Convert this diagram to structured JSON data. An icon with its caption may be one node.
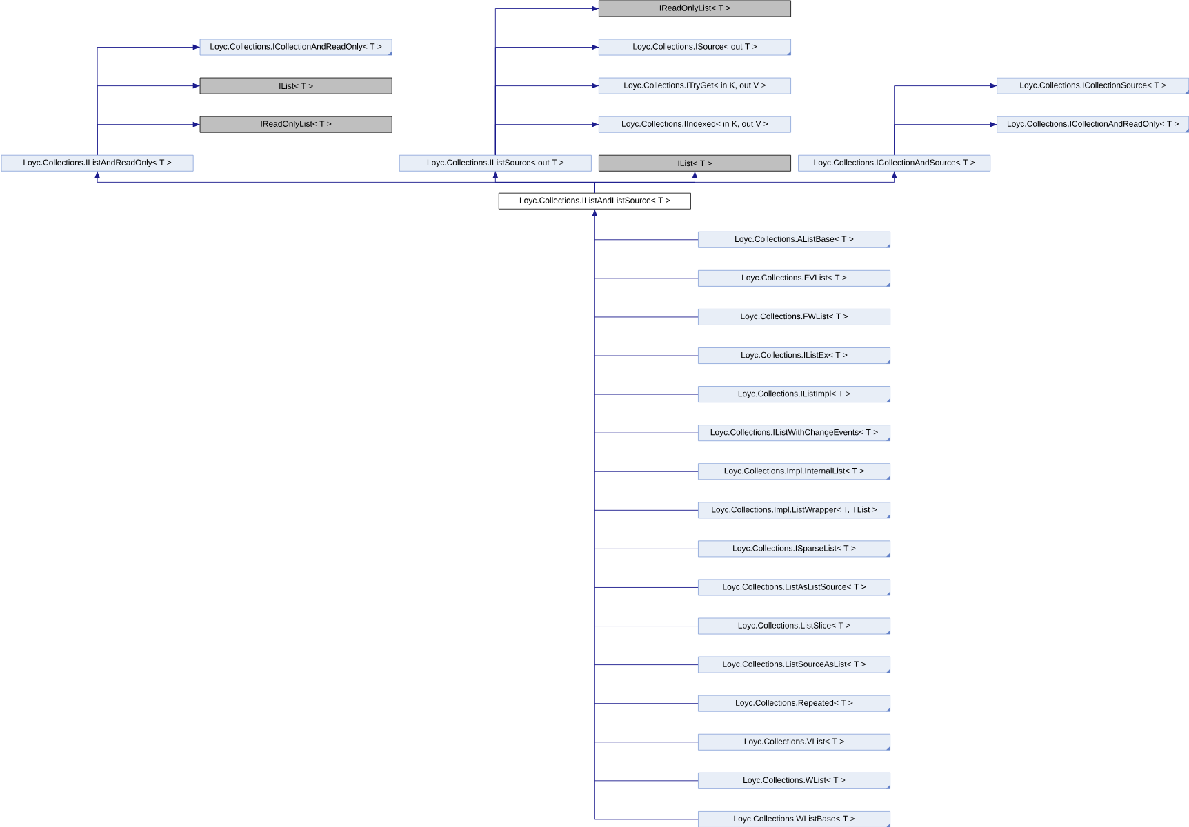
{
  "diagram": {
    "nodes": [
      {
        "text": [
          "IReadOnlyList< T >"
        ]
      },
      {
        "text": [
          "Loyc.Collections.ICollectionAndReadOnly< T >"
        ]
      },
      {
        "text": [
          "Loyc.Collections.ISource< out T >"
        ]
      },
      {
        "text": [
          "IList< T >"
        ]
      },
      {
        "text": [
          "Loyc.Collections.ITryGet< in K, out V >"
        ]
      },
      {
        "text": [
          "Loyc.Collections.ICollectionSource< T >"
        ]
      },
      {
        "text": [
          "IReadOnlyList< T >"
        ]
      },
      {
        "text": [
          "Loyc.Collections.IIndexed< in K, out V >"
        ]
      },
      {
        "text": [
          "Loyc.Collections.ICollectionAndReadOnly< T >"
        ]
      },
      {
        "text": [
          "Loyc.Collections.IListAndReadOnly< T >"
        ]
      },
      {
        "text": [
          "Loyc.Collections.IListSource< out T >"
        ]
      },
      {
        "text": [
          "IList< T >"
        ]
      },
      {
        "text": [
          "Loyc.Collections.ICollectionAndSource< T >"
        ]
      },
      {
        "text": [
          "Loyc.Collections.IListAndListSource< T >"
        ]
      },
      {
        "text": [
          "Loyc.Collections.AListBase< T >"
        ]
      },
      {
        "text": [
          "Loyc.Collections.FVList< T >"
        ]
      },
      {
        "text": [
          "Loyc.Collections.FWList< T >"
        ]
      },
      {
        "text": [
          "Loyc.Collections.IListEx< T >"
        ]
      },
      {
        "text": [
          "Loyc.Collections.IListImpl< T >"
        ]
      },
      {
        "text": [
          "Loyc.Collections.IListWithChangeEvents< T >"
        ]
      },
      {
        "text": [
          "Loyc.Collections.Impl.InternalList< T >"
        ]
      },
      {
        "text": [
          "Loyc.Collections.Impl.ListWrapper< T, TList >"
        ]
      },
      {
        "text": [
          "Loyc.Collections.ISparseList< T >"
        ]
      },
      {
        "text": [
          "Loyc.Collections.ListAsListSource< T >"
        ]
      },
      {
        "text": [
          "Loyc.Collections.ListSlice< T >"
        ]
      },
      {
        "text": [
          "Loyc.Collections.ListSourceAsList< T >"
        ]
      },
      {
        "text": [
          "Loyc.Collections.Repeated< T >"
        ]
      },
      {
        "text": [
          "Loyc.Collections.VList< T >"
        ]
      },
      {
        "text": [
          "Loyc.Collections.WList< T >"
        ]
      },
      {
        "text": [
          "Loyc.Collections.WListBase< T >"
        ]
      }
    ],
    "edges": [
      {
        "from": 9,
        "to": 1,
        "arrow": "to"
      },
      {
        "from": 9,
        "to": 3,
        "arrow": "to"
      },
      {
        "from": 9,
        "to": 6,
        "arrow": "to"
      },
      {
        "from": 10,
        "to": 0,
        "arrow": "to"
      },
      {
        "from": 10,
        "to": 2,
        "arrow": "to"
      },
      {
        "from": 10,
        "to": 4,
        "arrow": "to"
      },
      {
        "from": 10,
        "to": 7,
        "arrow": "to"
      },
      {
        "from": 12,
        "to": 5,
        "arrow": "to"
      },
      {
        "from": 12,
        "to": 8,
        "arrow": "to"
      },
      {
        "from": 13,
        "to": 9,
        "arrow": "to"
      },
      {
        "from": 13,
        "to": 10,
        "arrow": "to"
      },
      {
        "from": 13,
        "to": 11,
        "arrow": "to"
      },
      {
        "from": 13,
        "to": 12,
        "arrow": "to"
      },
      {
        "from": 14,
        "to": 13,
        "arrow": "to"
      },
      {
        "from": 15,
        "to": 13,
        "arrow": "to"
      },
      {
        "from": 16,
        "to": 13,
        "arrow": "to"
      },
      {
        "from": 17,
        "to": 13,
        "arrow": "to"
      },
      {
        "from": 18,
        "to": 13,
        "arrow": "to"
      },
      {
        "from": 19,
        "to": 13,
        "arrow": "to"
      },
      {
        "from": 20,
        "to": 13,
        "arrow": "to"
      },
      {
        "from": 21,
        "to": 13,
        "arrow": "to"
      },
      {
        "from": 22,
        "to": 13,
        "arrow": "to"
      },
      {
        "from": 23,
        "to": 13,
        "arrow": "to"
      },
      {
        "from": 24,
        "to": 13,
        "arrow": "to"
      },
      {
        "from": 25,
        "to": 13,
        "arrow": "to"
      },
      {
        "from": 26,
        "to": 13,
        "arrow": "to"
      },
      {
        "from": 27,
        "to": 13,
        "arrow": "to"
      },
      {
        "from": 28,
        "to": 13,
        "arrow": "to"
      },
      {
        "from": 29,
        "to": 13,
        "arrow": "to"
      }
    ]
  }
}
